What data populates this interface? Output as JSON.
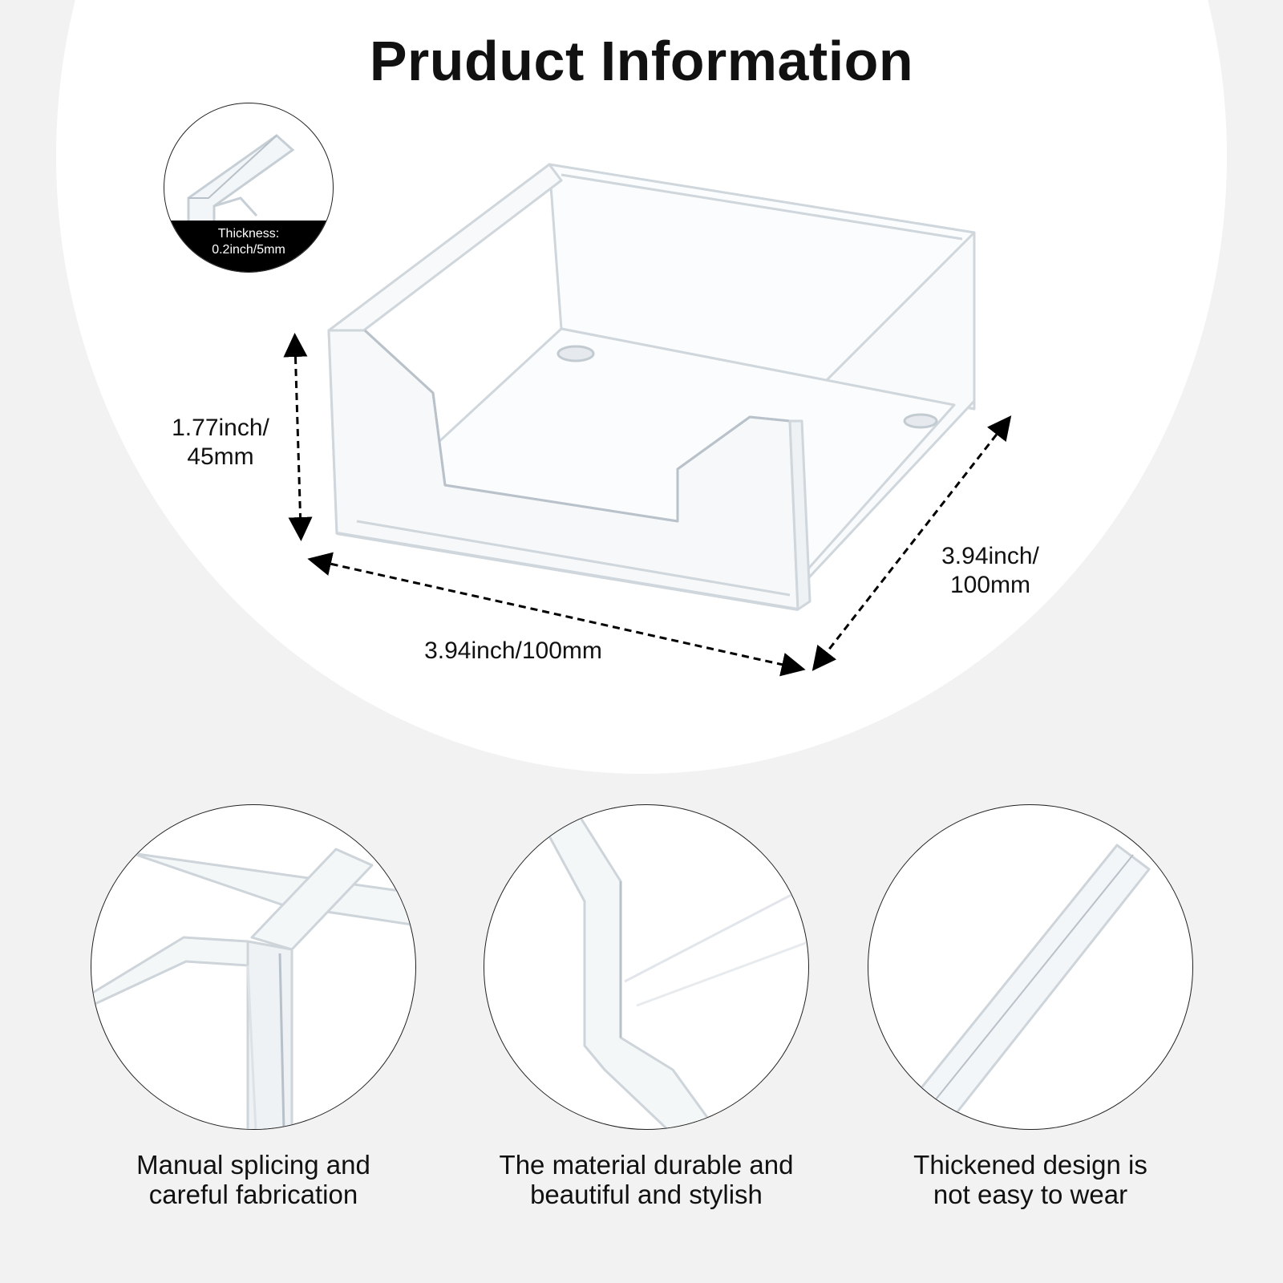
{
  "title": "Pruduct Information",
  "dimensions": {
    "height_line1": "1.77inch/",
    "height_line2": "45mm",
    "width": "3.94inch/100mm",
    "depth_line1": "3.94inch/",
    "depth_line2": "100mm"
  },
  "thickness": {
    "line1": "Thickness:",
    "line2": "0.2inch/5mm"
  },
  "features": [
    {
      "line1": "Manual splicing and",
      "line2": "careful fabrication"
    },
    {
      "line1": "The material durable and",
      "line2": "beautiful and stylish"
    },
    {
      "line1": "Thickened design is",
      "line2": "not easy to wear"
    }
  ],
  "colors": {
    "background": "#f2f2f2",
    "panel": "#ffffff",
    "text": "#111111",
    "acrylic_edge": "#cfd6dc"
  }
}
